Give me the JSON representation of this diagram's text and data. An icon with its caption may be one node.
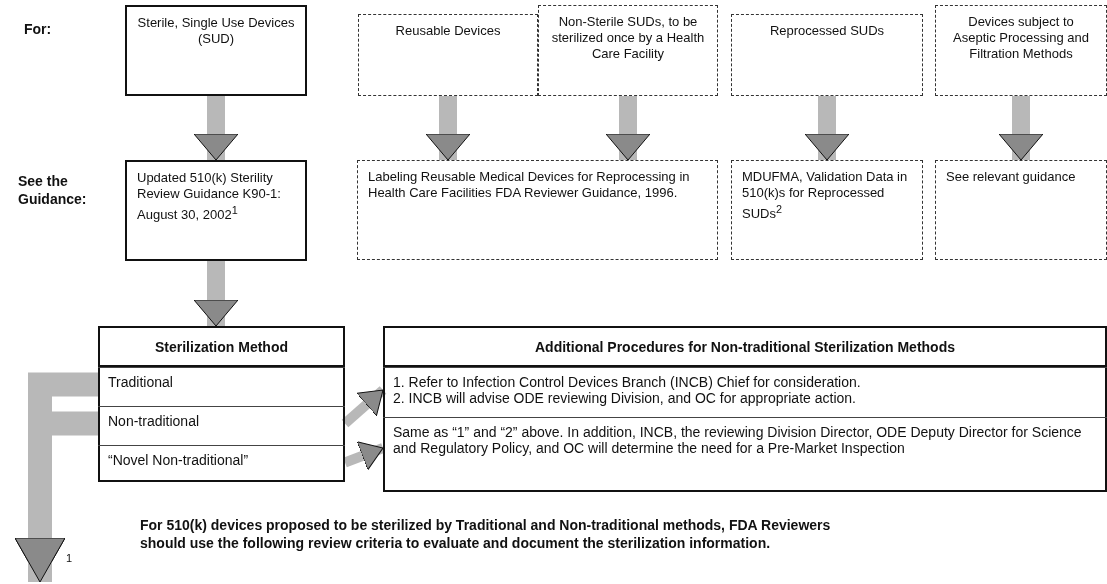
{
  "diagram": {
    "nodes": [
      {
        "text": [
          "Sterile, Single Use Devices (SUD)"
        ]
      },
      {
        "text": [
          "Reusable Devices"
        ]
      },
      {
        "text": [
          "Non-Sterile SUDs, to be sterilized once by a Health Care Facility"
        ]
      },
      {
        "text": [
          "Reprocessed SUDs"
        ]
      },
      {
        "text": [
          "Devices subject to Aseptic Processing and Filtration Methods"
        ]
      },
      {
        "text": [
          "Updated 510(k) Sterility Review Guidance K90-1: August 30, 2002$^{1}$"
        ]
      },
      {
        "text": [
          "Labeling Reusable Medical Devices for Reprocessing in Health Care Facilities FDA Reviewer Guidance, 1996."
        ]
      },
      {
        "text": [
          "MDUFMA, Validation Data in 510(k)s for Reprocessed SUDs$^{2}$"
        ]
      },
      {
        "text": [
          "See relevant guidance"
        ]
      },
      {
        "text": [
          "Sterilization Method"
        ]
      },
      {
        "text": [
          "Traditional"
        ],
        "in": 9
      },
      {
        "text": [
          "Non-traditional"
        ],
        "in": 9
      },
      {
        "text": [
          "“Novel Non-traditional”"
        ],
        "in": 9
      },
      {
        "text": [
          "Additional Procedures for Non-traditional Sterilization Methods"
        ]
      },
      {
        "text": [
          "1. Refer to Infection Control Devices Branch (INCB) Chief for consideration.",
          "2. INCB will advise ODE reviewing Division, and OC for appropriate action."
        ],
        "in": 13
      },
      {
        "text": [
          "Same as “1” and “2” above.  In addition, INCB, the reviewing Division Director, ODE Deputy Director for Science and Regulatory Policy, and OC will determine the need for a Pre-Market Inspection"
        ],
        "in": 13
      }
    ],
    "edges": [
      {
        "from": 0,
        "to": 5,
        "arrow": "to"
      },
      {
        "from": 1,
        "to": 6,
        "arrow": "to"
      },
      {
        "from": 2,
        "to": 6,
        "arrow": "to"
      },
      {
        "from": 3,
        "to": 7,
        "arrow": "to"
      },
      {
        "from": 4,
        "to": 8,
        "arrow": "to"
      },
      {
        "from": 5,
        "to": 9,
        "arrow": "to"
      },
      {
        "from": 11,
        "to": 14,
        "arrow": "to"
      },
      {
        "from": 12,
        "to": 15,
        "arrow": "to"
      },
      {
        "from": 10,
        "to": null,
        "arrow": "to",
        "label": "1"
      },
      {
        "from": 11,
        "to": null,
        "arrow": "to"
      }
    ],
    "labels": [
      "For:",
      "See the Guidance:",
      "For 510(k) devices proposed to be sterilized by Traditional and Non-traditional methods, FDA Reviewers should use the following review criteria to evaluate and document the sterilization information."
    ]
  }
}
